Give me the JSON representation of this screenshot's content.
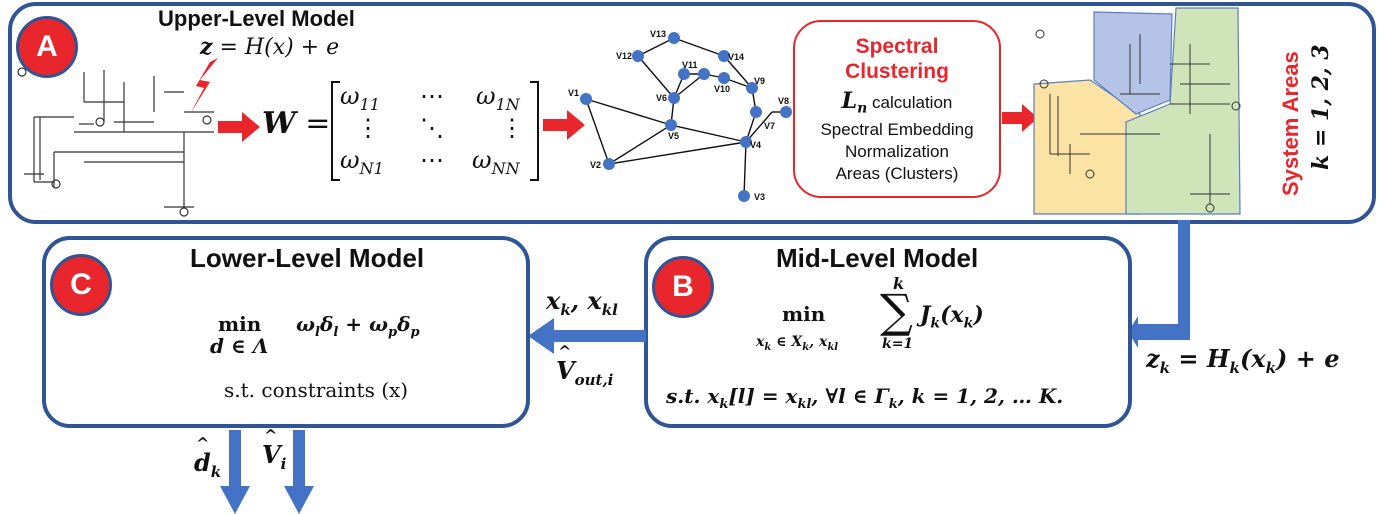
{
  "upper": {
    "badge": "A",
    "title": "Upper-Level Model",
    "equation_lhs": "z",
    "equation_rhs": " = H(x) + e",
    "w_symbol": "W",
    "w_equals": "=",
    "m11": "ω",
    "m11s": "11",
    "m1N": "ω",
    "m1Ns": "1N",
    "mN1": "ω",
    "mN1s": "N1",
    "mNN": "ω",
    "mNNs": "NN",
    "hdots": "⋯",
    "vdots": "⋮",
    "ddots": "⋱"
  },
  "graph": {
    "nodes": [
      "V1",
      "V2",
      "V3",
      "V4",
      "V5",
      "V6",
      "V7",
      "V8",
      "V9",
      "V10",
      "V11",
      "V12",
      "V13",
      "V14"
    ]
  },
  "spectral": {
    "title_line1": "Spectral",
    "title_line2": "Clustering",
    "ln_symbol": "L",
    "ln_sub": "n",
    "ln_text": " calculation",
    "line2": "Spectral Embedding",
    "line3": "Normalization",
    "line4": "Areas (Clusters)"
  },
  "areas": {
    "label": "System Areas",
    "k_text": "k = 1, 2, 3"
  },
  "mid": {
    "badge": "B",
    "title": "Mid-Level Model",
    "min": "min",
    "min_sub": "x",
    "min_sub_k": "k",
    "min_sub_rest": " ∈ X",
    "sum_top": "k",
    "sum_bottom": "k=1",
    "objective": "J",
    "objective_sub": "k",
    "objective_arg": "(x",
    "constraint": "s.t. x",
    "constraint_rest": "[l] = x",
    "constraint_tail": ", ∀l ∈ Γ",
    "constraint_end": ", k = 1, 2, … K."
  },
  "lower": {
    "badge": "C",
    "title": "Lower-Level Model",
    "min": "min",
    "min_sub": "d ∈ Λ",
    "objective": "ω",
    "constraint": "s.t. constraints (x)"
  },
  "arrows": {
    "xk_label": "x",
    "vout_label": "V",
    "zk_label": "z",
    "zk_rest": " = H",
    "zk_tail": "(x",
    "zk_end": ") + e",
    "dk_label": "d",
    "vi_label": "V"
  }
}
